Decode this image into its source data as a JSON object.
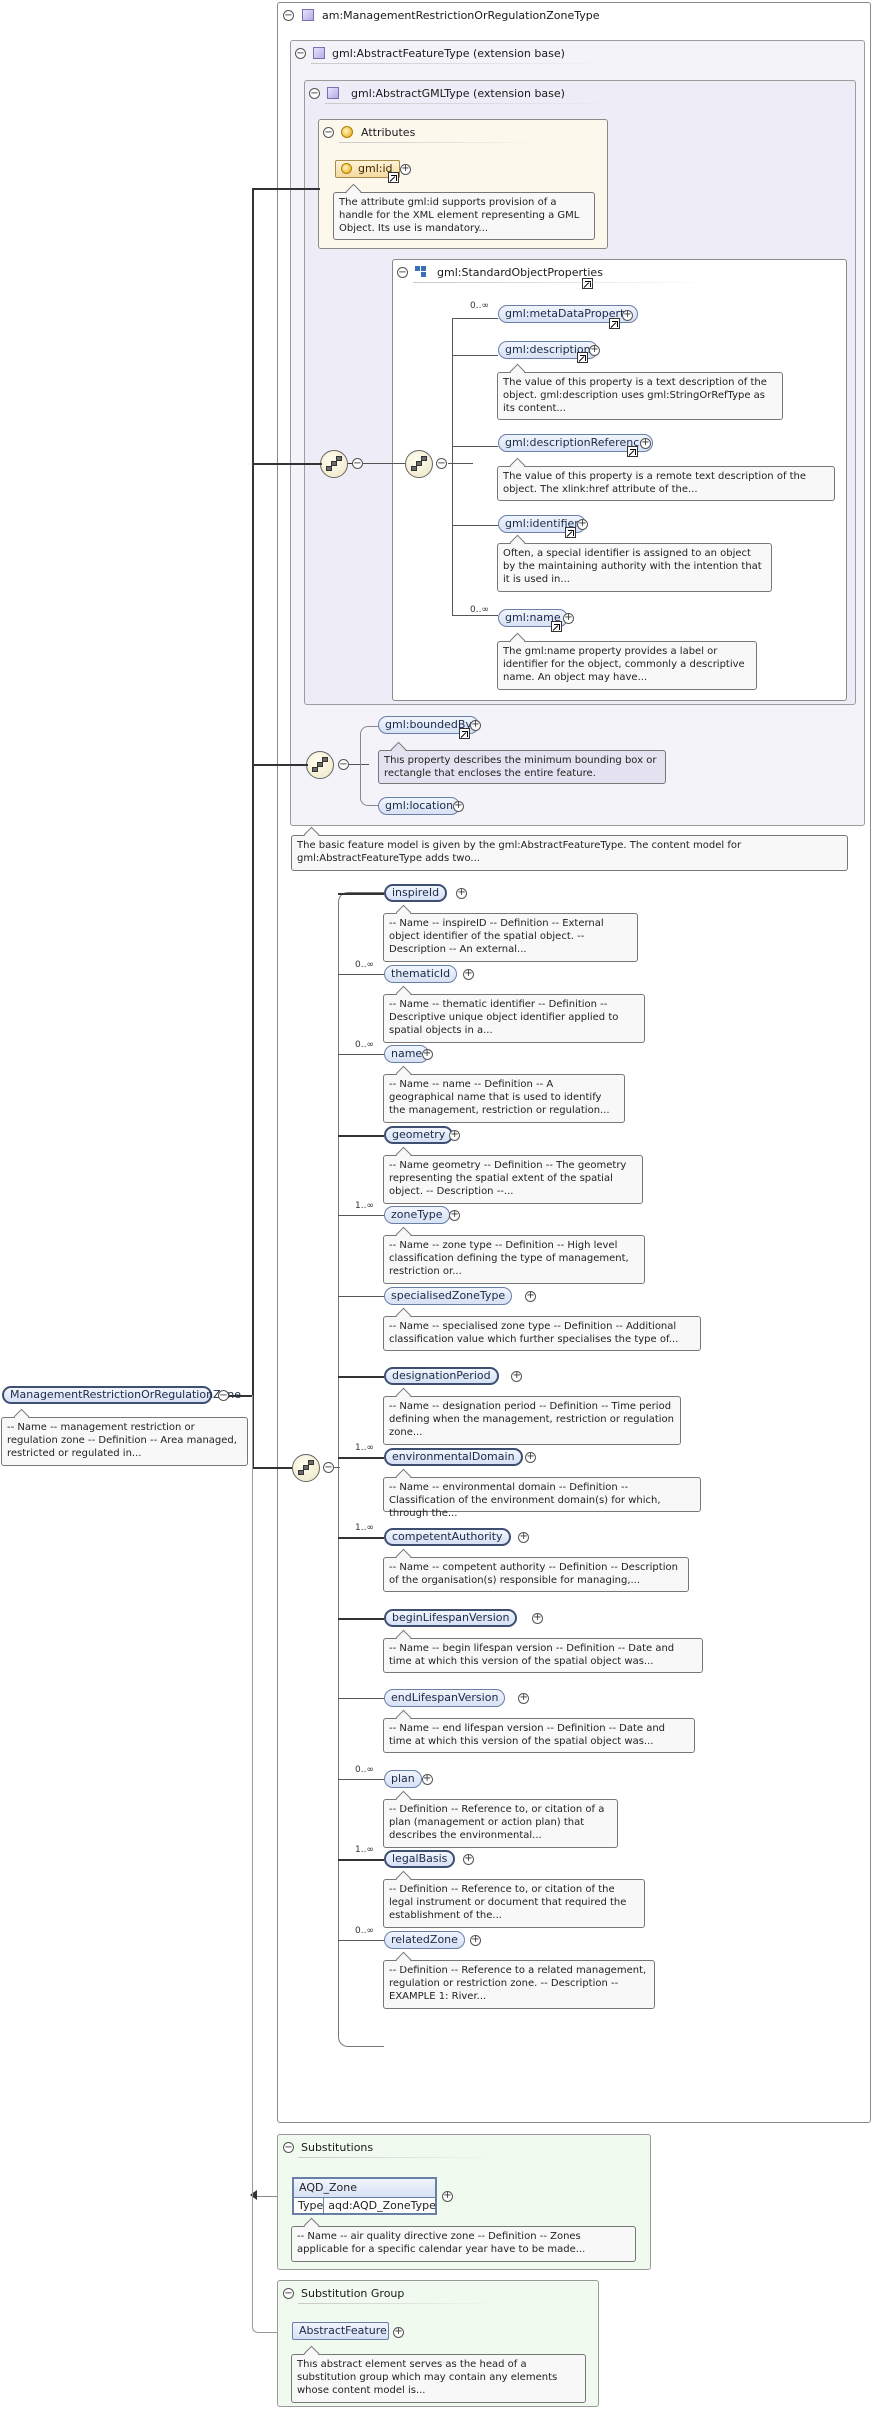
{
  "root": {
    "name": "ManagementRestrictionOrRegulationZone",
    "doc": "-- Name -- management restriction or regulation zone -- Definition -- Area managed, restricted or regulated in..."
  },
  "type": {
    "name": "am:ManagementRestrictionOrRegulationZoneType",
    "feature_type": "gml:AbstractFeatureType (extension base)",
    "gml_type": "gml:AbstractGMLType (extension base)",
    "attributes_title": "Attributes",
    "gml_id": {
      "label": "gml:id",
      "doc": "The attribute gml:id supports provision of a handle for the XML element representing a GML Object. Its use is mandatory..."
    },
    "std_props": {
      "title": "gml:StandardObjectProperties",
      "items": [
        {
          "label": "gml:metaDataProperty",
          "card": "0..∞",
          "doc": ""
        },
        {
          "label": "gml:description",
          "card": "",
          "doc": "The value of this property is a text description of the object. gml:description uses gml:StringOrRefType as its content..."
        },
        {
          "label": "gml:descriptionReference",
          "card": "",
          "doc": "The value of this property is a remote text description of the object. The xlink:href attribute of the..."
        },
        {
          "label": "gml:identifier",
          "card": "",
          "doc": "Often, a special identifier is assigned to an object by the maintaining authority with the intention that it is used in..."
        },
        {
          "label": "gml:name",
          "card": "0..∞",
          "doc": "The gml:name property provides a label or identifier for the object, commonly a descriptive name. An object may have..."
        }
      ]
    },
    "bounded_by": {
      "label": "gml:boundedBy",
      "doc": "This property describes the minimum bounding box or rectangle that encloses the entire feature."
    },
    "location": {
      "label": "gml:location"
    },
    "feature_doc": "The basic feature model is given by the gml:AbstractFeatureType. The content model for gml:AbstractFeatureType adds two...",
    "props": [
      {
        "label": "inspireId",
        "card": "",
        "doc": "-- Name -- inspireID -- Definition -- External object identifier of the spatial object. -- Description -- An external..."
      },
      {
        "label": "thematicId",
        "card": "0..∞",
        "doc": "-- Name -- thematic identifier -- Definition -- Descriptive unique object identifier applied to spatial objects in a..."
      },
      {
        "label": "name",
        "card": "0..∞",
        "doc": "-- Name -- name -- Definition -- A geographical name that is used to identify the management, restriction or regulation..."
      },
      {
        "label": "geometry",
        "card": "",
        "doc": "-- Name geometry -- Definition -- The geometry representing the spatial extent of the spatial object. -- Description --..."
      },
      {
        "label": "zoneType",
        "card": "1..∞",
        "doc": "-- Name -- zone type -- Definition -- High level classification defining the type of management, restriction or..."
      },
      {
        "label": "specialisedZoneType",
        "card": "",
        "doc": "-- Name -- specialised zone type -- Definition -- Additional classification value which further specialises the type of..."
      },
      {
        "label": "designationPeriod",
        "card": "",
        "doc": "-- Name -- designation period -- Definition -- Time period defining when the management, restriction or regulation zone..."
      },
      {
        "label": "environmentalDomain",
        "card": "1..∞",
        "doc": "-- Name -- environmental domain -- Definition -- Classification of the environment domain(s) for which, through the..."
      },
      {
        "label": "competentAuthority",
        "card": "1..∞",
        "doc": "-- Name -- competent authority -- Definition -- Description of the organisation(s) responsible for managing,..."
      },
      {
        "label": "beginLifespanVersion",
        "card": "",
        "doc": "-- Name -- begin lifespan version -- Definition -- Date and time at which this version of the spatial object was..."
      },
      {
        "label": "endLifespanVersion",
        "card": "",
        "doc": "-- Name -- end lifespan version -- Definition -- Date and time at which this version of the spatial object was..."
      },
      {
        "label": "plan",
        "card": "0..∞",
        "doc": "-- Definition -- Reference to, or citation of a plan (management or action plan) that describes the environmental..."
      },
      {
        "label": "legalBasis",
        "card": "1..∞",
        "doc": "-- Definition -- Reference to, or citation of the legal instrument or document that required the establishment of the..."
      },
      {
        "label": "relatedZone",
        "card": "0..∞",
        "doc": "-- Definition -- Reference to a related management, regulation or restriction zone. -- Description -- EXAMPLE 1: River..."
      }
    ]
  },
  "substitutions": {
    "title": "Substitutions",
    "name": "AQD_Zone",
    "type_label": "Type",
    "type_value": "aqd:AQD_ZoneType",
    "doc": "-- Name -- air quality directive zone -- Definition -- Zones applicable for a specific calendar year have to be made..."
  },
  "substitution_group": {
    "title": "Substitution Group",
    "name": "AbstractFeature",
    "doc": "This abstract element serves as the head of a substitution group which may contain any elements whose content model is..."
  },
  "colors": {
    "element_fill": "#d6e1f4",
    "element_border": "#6a7fa8",
    "frame_border": "#8a8a8a",
    "substitution_bg": "#f1faef"
  }
}
